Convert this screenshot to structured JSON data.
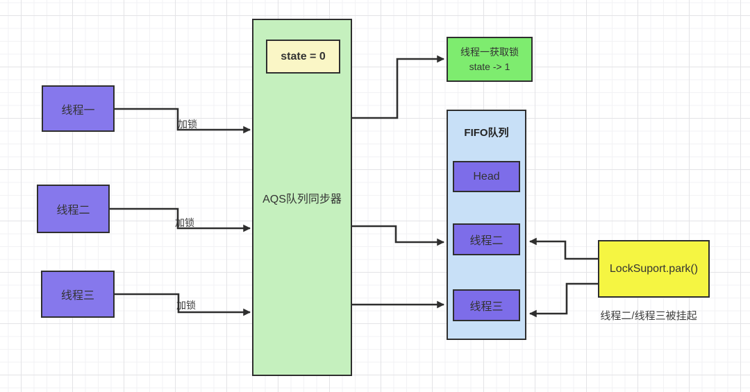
{
  "diagram": {
    "threads": [
      {
        "label": "线程一"
      },
      {
        "label": "线程二"
      },
      {
        "label": "线程三"
      }
    ],
    "edges": [
      {
        "label": "加锁"
      },
      {
        "label": "加锁"
      },
      {
        "label": "加锁"
      }
    ],
    "aqs": {
      "title": "AQS队列同步器",
      "state_label": "state = 0"
    },
    "acquired": {
      "line1": "线程一获取锁",
      "line2": "state -> 1"
    },
    "fifo": {
      "title": "FIFO队列",
      "nodes": [
        {
          "label": "Head"
        },
        {
          "label": "线程二"
        },
        {
          "label": "线程三"
        }
      ]
    },
    "park": {
      "label": "LockSuport.park()",
      "caption": "线程二/线程三被挂起"
    },
    "colors": {
      "thread_purple": "#8678EC",
      "queue_purple": "#7D6DE9",
      "aqs_green": "#C5F0BE",
      "result_green": "#7EEC6F",
      "state_yellow": "#FAF6C6",
      "fifo_blue": "#C8E0F7",
      "park_yellow": "#F5F542",
      "line": "#2E2E2E"
    }
  }
}
